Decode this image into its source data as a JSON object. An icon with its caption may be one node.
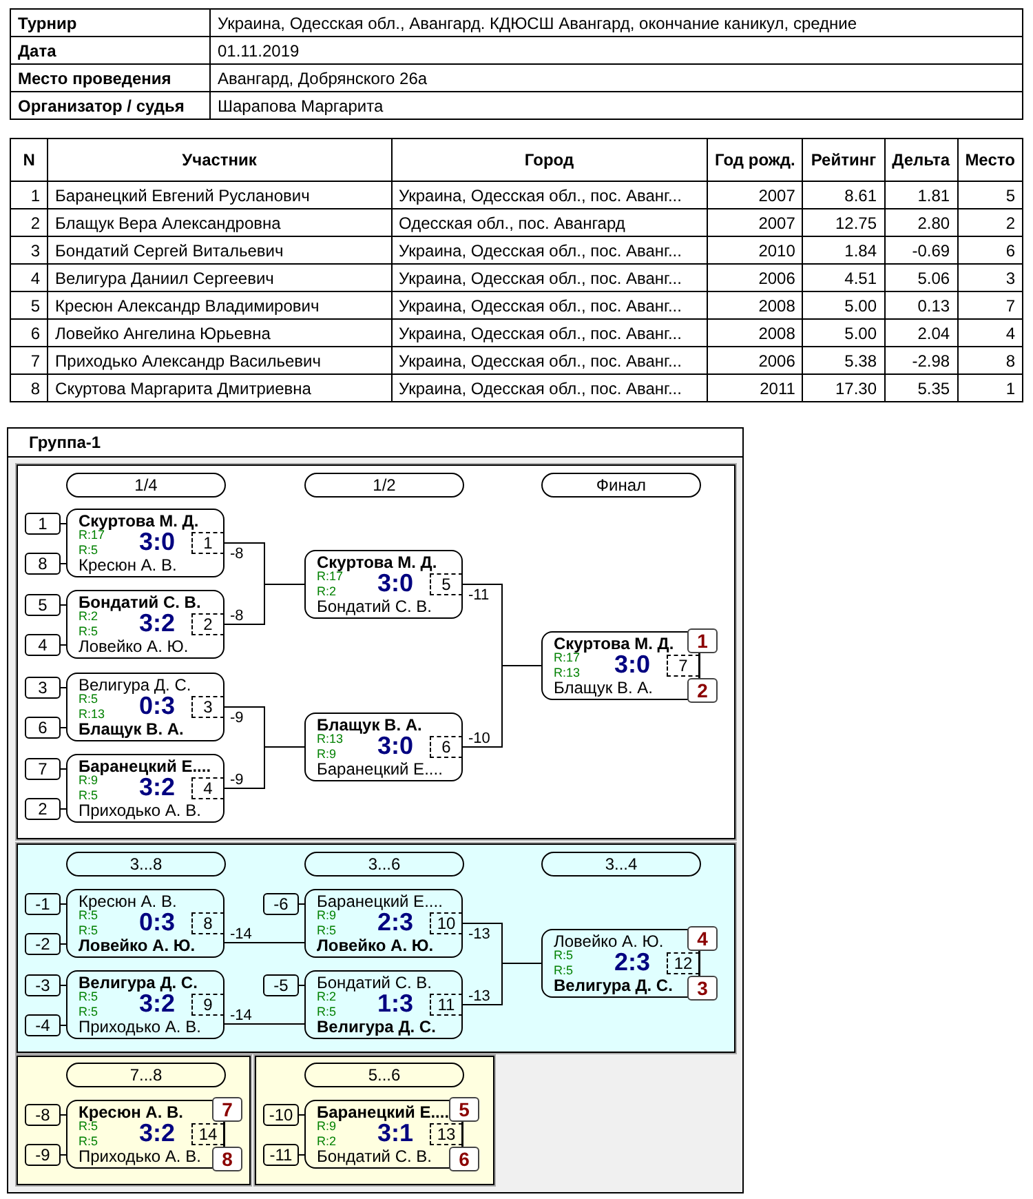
{
  "diagram": {
    "nodes": [
      {
        "text": [
          "Группа-1"
        ]
      },
      {
        "text": [],
        "shape": "box",
        "in": 0
      },
      {
        "text": [
          "1/4"
        ],
        "in": 1
      },
      {
        "text": [
          "1/2"
        ],
        "in": 1
      },
      {
        "text": [
          "Финал"
        ],
        "in": 1
      },
      {
        "text": [
          "1"
        ],
        "in": 1
      },
      {
        "text": [
          "Скуртова М. Д.",
          "R:17",
          "R:5",
          "3:0",
          "Кресюн А. В."
        ],
        "beside": [
          "-8"
        ],
        "in": 1
      },
      {
        "text": [
          "1"
        ],
        "in": 6
      },
      {
        "text": [
          "8"
        ],
        "in": 1
      },
      {
        "text": [
          "5"
        ],
        "in": 1
      },
      {
        "text": [
          "Бондатий С. В.",
          "R:2",
          "R:5",
          "3:2",
          "Ловейко А. Ю."
        ],
        "beside": [
          "-8"
        ],
        "in": 1
      },
      {
        "text": [
          "2"
        ],
        "in": 10
      },
      {
        "text": [
          "4"
        ],
        "in": 1
      },
      {
        "text": [
          "3"
        ],
        "in": 1
      },
      {
        "text": [
          "Велигура Д. С.",
          "R:5",
          "R:13",
          "0:3",
          "Блащук В. А."
        ],
        "beside": [
          "-9"
        ],
        "in": 1
      },
      {
        "text": [
          "3"
        ],
        "in": 14
      },
      {
        "text": [
          "6"
        ],
        "in": 1
      },
      {
        "text": [
          "7"
        ],
        "in": 1
      },
      {
        "text": [
          "Баранецкий Е....",
          "R:9",
          "R:5",
          "3:2",
          "Приходько А. В."
        ],
        "beside": [
          "-9"
        ],
        "in": 1
      },
      {
        "text": [
          "4"
        ],
        "in": 18
      },
      {
        "text": [
          "2"
        ],
        "in": 1
      },
      {
        "text": [
          "Скуртова М. Д.",
          "R:17",
          "R:2",
          "3:0",
          "Бондатий С. В."
        ],
        "beside": [
          "-11"
        ],
        "in": 1
      },
      {
        "text": [
          "5"
        ],
        "in": 21
      },
      {
        "text": [
          "Блащук В. А.",
          "R:13",
          "R:9",
          "3:0",
          "Баранецкий Е...."
        ],
        "beside": [
          "-10"
        ],
        "in": 1
      },
      {
        "text": [
          "6"
        ],
        "in": 23
      },
      {
        "text": [
          "Скуртова М. Д.",
          "R:17",
          "R:13",
          "3:0",
          "Блащук В. А."
        ],
        "in": 1
      },
      {
        "text": [
          "7"
        ],
        "in": 25
      },
      {
        "text": [
          "1"
        ],
        "in": 1
      },
      {
        "text": [
          "2"
        ],
        "in": 1
      },
      {
        "text": [],
        "shape": "box",
        "in": 0
      },
      {
        "text": [
          "3...8"
        ],
        "in": 29
      },
      {
        "text": [
          "3...6"
        ],
        "in": 29
      },
      {
        "text": [
          "3...4"
        ],
        "in": 29
      },
      {
        "text": [
          "-1"
        ],
        "in": 29
      },
      {
        "text": [
          "Кресюн А. В.",
          "R:5",
          "R:5",
          "0:3",
          "Ловейко А. Ю."
        ],
        "beside": [
          "-14"
        ],
        "in": 29
      },
      {
        "text": [
          "8"
        ],
        "in": 34
      },
      {
        "text": [
          "-2"
        ],
        "in": 29
      },
      {
        "text": [
          "-3"
        ],
        "in": 29
      },
      {
        "text": [
          "Велигура Д. С.",
          "R:5",
          "R:5",
          "3:2",
          "Приходько А. В."
        ],
        "beside": [
          "-14"
        ],
        "in": 29
      },
      {
        "text": [
          "9"
        ],
        "in": 38
      },
      {
        "text": [
          "-4"
        ],
        "in": 29
      },
      {
        "text": [
          "-6"
        ],
        "in": 29
      },
      {
        "text": [
          "Баранецкий Е....",
          "R:9",
          "R:5",
          "2:3",
          "Ловейко А. Ю."
        ],
        "beside": [
          "-13"
        ],
        "in": 29
      },
      {
        "text": [
          "10"
        ],
        "in": 42
      },
      {
        "text": [
          "-5"
        ],
        "in": 29
      },
      {
        "text": [
          "Бондатий С. В.",
          "R:2",
          "R:5",
          "1:3",
          "Велигура Д. С."
        ],
        "beside": [
          "-13"
        ],
        "in": 29
      },
      {
        "text": [
          "11"
        ],
        "in": 45
      },
      {
        "text": [
          "Ловейко А. Ю.",
          "R:5",
          "R:5",
          "2:3",
          "Велигура Д. С."
        ],
        "in": 29
      },
      {
        "text": [
          "12"
        ],
        "in": 47
      },
      {
        "text": [
          "4"
        ],
        "in": 29
      },
      {
        "text": [
          "3"
        ],
        "in": 29
      },
      {
        "text": [],
        "shape": "box",
        "in": 0
      },
      {
        "text": [
          "7...8"
        ],
        "in": 51
      },
      {
        "text": [
          "-8"
        ],
        "in": 51
      },
      {
        "text": [
          "Кресюн А. В.",
          "R:5",
          "R:5",
          "3:2",
          "Приходько А. В."
        ],
        "in": 51
      },
      {
        "text": [
          "14"
        ],
        "in": 54
      },
      {
        "text": [
          "-9"
        ],
        "in": 51
      },
      {
        "text": [
          "7"
        ],
        "in": 51
      },
      {
        "text": [
          "8"
        ],
        "in": 51
      },
      {
        "text": [],
        "shape": "box",
        "in": 0
      },
      {
        "text": [
          "5...6"
        ],
        "in": 59
      },
      {
        "text": [
          "-10"
        ],
        "in": 59
      },
      {
        "text": [
          "Баранецкий Е....",
          "R:9",
          "R:2",
          "3:1",
          "Бондатий С. В."
        ],
        "in": 59
      },
      {
        "text": [
          "13"
        ],
        "in": 62
      },
      {
        "text": [
          "-11"
        ],
        "in": 59
      },
      {
        "text": [
          "5"
        ],
        "in": 59
      },
      {
        "text": [
          "6"
        ],
        "in": 59
      }
    ],
    "edges": [
      {
        "from": 5,
        "to": 6,
        "arrow": "none"
      },
      {
        "from": 8,
        "to": 6,
        "arrow": "none"
      },
      {
        "from": 9,
        "to": 10,
        "arrow": "none"
      },
      {
        "from": 12,
        "to": 10,
        "arrow": "none"
      },
      {
        "from": 13,
        "to": 14,
        "arrow": "none"
      },
      {
        "from": 16,
        "to": 14,
        "arrow": "none"
      },
      {
        "from": 17,
        "to": 18,
        "arrow": "none"
      },
      {
        "from": 20,
        "to": 18,
        "arrow": "none"
      },
      {
        "from": 6,
        "to": 21,
        "arrow": "none"
      },
      {
        "from": 10,
        "to": 21,
        "arrow": "none"
      },
      {
        "from": 14,
        "to": 23,
        "arrow": "none"
      },
      {
        "from": 18,
        "to": 23,
        "arrow": "none"
      },
      {
        "from": 21,
        "to": 25,
        "arrow": "none"
      },
      {
        "from": 23,
        "to": 25,
        "arrow": "none"
      },
      {
        "from": 26,
        "to": 27,
        "arrow": "none"
      },
      {
        "from": 26,
        "to": 28,
        "arrow": "none"
      },
      {
        "from": 33,
        "to": 34,
        "arrow": "none"
      },
      {
        "from": 36,
        "to": 34,
        "arrow": "none"
      },
      {
        "from": 37,
        "to": 38,
        "arrow": "none"
      },
      {
        "from": 40,
        "to": 38,
        "arrow": "none"
      },
      {
        "from": 41,
        "to": 42,
        "arrow": "none"
      },
      {
        "from": 44,
        "to": 45,
        "arrow": "none"
      },
      {
        "from": 34,
        "to": 42,
        "arrow": "none"
      },
      {
        "from": 38,
        "to": 45,
        "arrow": "none"
      },
      {
        "from": 42,
        "to": 47,
        "arrow": "none"
      },
      {
        "from": 45,
        "to": 47,
        "arrow": "none"
      },
      {
        "from": 48,
        "to": 49,
        "arrow": "none"
      },
      {
        "from": 48,
        "to": 50,
        "arrow": "none"
      },
      {
        "from": 53,
        "to": 54,
        "arrow": "none"
      },
      {
        "from": 56,
        "to": 54,
        "arrow": "none"
      },
      {
        "from": 55,
        "to": 57,
        "arrow": "none"
      },
      {
        "from": 55,
        "to": 58,
        "arrow": "none"
      },
      {
        "from": 61,
        "to": 62,
        "arrow": "none"
      },
      {
        "from": 64,
        "to": 62,
        "arrow": "none"
      },
      {
        "from": 63,
        "to": 65,
        "arrow": "none"
      },
      {
        "from": 63,
        "to": 66,
        "arrow": "none"
      }
    ],
    "labels": [
      "Турнир",
      "Украина, Одесская обл., Авангард. КДЮСШ Авангард, окончание каникул, средние",
      "Дата",
      "01.11.2019",
      "Место проведения",
      "Авангард, Добрянского 26а",
      "Организатор / судья",
      "Шарапова Маргарита",
      "N",
      "Участник",
      "Город",
      "Год рожд.",
      "Рейтинг",
      "Дельта",
      "Место",
      "1",
      "Баранецкий Евгений Русланович",
      "Украина, Одесская обл., пос. Аванг...",
      "2007",
      "8.61",
      "1.81",
      "5",
      "2",
      "Блащук Вера Александровна",
      "Одесская обл., пос. Авангард",
      "2007",
      "12.75",
      "2.80",
      "2",
      "3",
      "Бондатий Сергей Витальевич",
      "Украина, Одесская обл., пос. Аванг...",
      "2010",
      "1.84",
      "-0.69",
      "6",
      "4",
      "Велигура Даниил Сергеевич",
      "Украина, Одесская обл., пос. Аванг...",
      "2006",
      "4.51",
      "5.06",
      "3",
      "5",
      "Кресюн Александр Владимирович",
      "Украина, Одесская обл., пос. Аванг...",
      "2008",
      "5.00",
      "0.13",
      "7",
      "6",
      "Ловейко Ангелина Юрьевна",
      "Украина, Одесская обл., пос. Аванг...",
      "2008",
      "5.00",
      "2.04",
      "4",
      "7",
      "Приходько Александр Васильевич",
      "Украина, Одесская обл., пос. Аванг...",
      "2006",
      "5.38",
      "-2.98",
      "8",
      "8",
      "Скуртова Маргарита Дмитриевна",
      "Украина, Одесская обл., пос. Аванг...",
      "2011",
      "17.30",
      "5.35",
      "1"
    ]
  }
}
